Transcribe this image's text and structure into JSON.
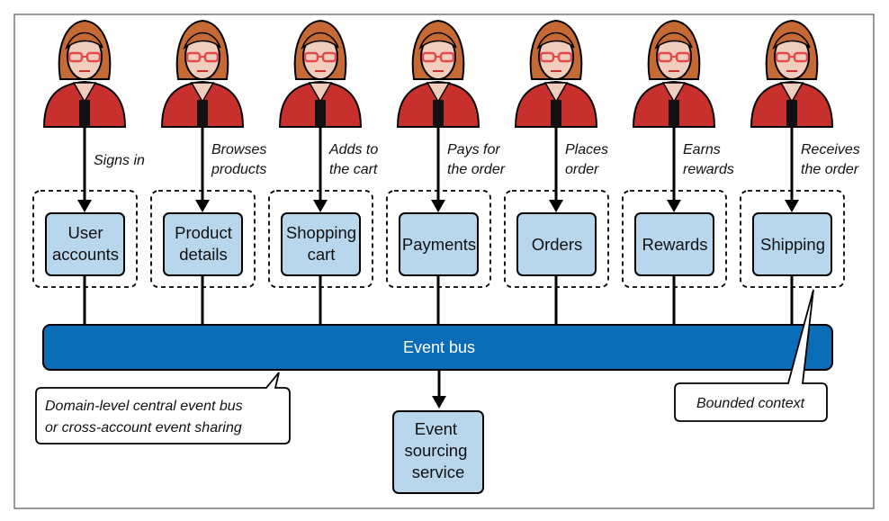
{
  "colors": {
    "service_fill": "#b9d7ec",
    "bus_fill": "#0b6cb7",
    "person_shirt": "#c8302e",
    "person_hair": "#c56a35",
    "person_skin": "#f1cdbd",
    "glasses": "#e34b4b",
    "tie": "#111111"
  },
  "columns": [
    {
      "action": [
        "Signs in"
      ],
      "service": [
        "User",
        "accounts"
      ]
    },
    {
      "action": [
        "Browses",
        "products"
      ],
      "service": [
        "Product",
        "details"
      ]
    },
    {
      "action": [
        "Adds to",
        "the cart"
      ],
      "service": [
        "Shopping",
        "cart"
      ]
    },
    {
      "action": [
        "Pays for",
        "the order"
      ],
      "service": [
        "Payments"
      ]
    },
    {
      "action": [
        "Places",
        "order"
      ],
      "service": [
        "Orders"
      ]
    },
    {
      "action": [
        "Earns",
        "rewards"
      ],
      "service": [
        "Rewards"
      ]
    },
    {
      "action": [
        "Receives",
        "the order"
      ],
      "service": [
        "Shipping"
      ]
    }
  ],
  "event_bus": {
    "label": "Event bus"
  },
  "event_sourcing": {
    "label": [
      "Event",
      "sourcing",
      "service"
    ]
  },
  "callouts": {
    "central_bus": [
      "Domain-level central event bus",
      "or cross-account event sharing"
    ],
    "bounded_context": [
      "Bounded context"
    ]
  },
  "icons": {
    "person": "person-icon",
    "arrow": "arrow-down-icon"
  }
}
